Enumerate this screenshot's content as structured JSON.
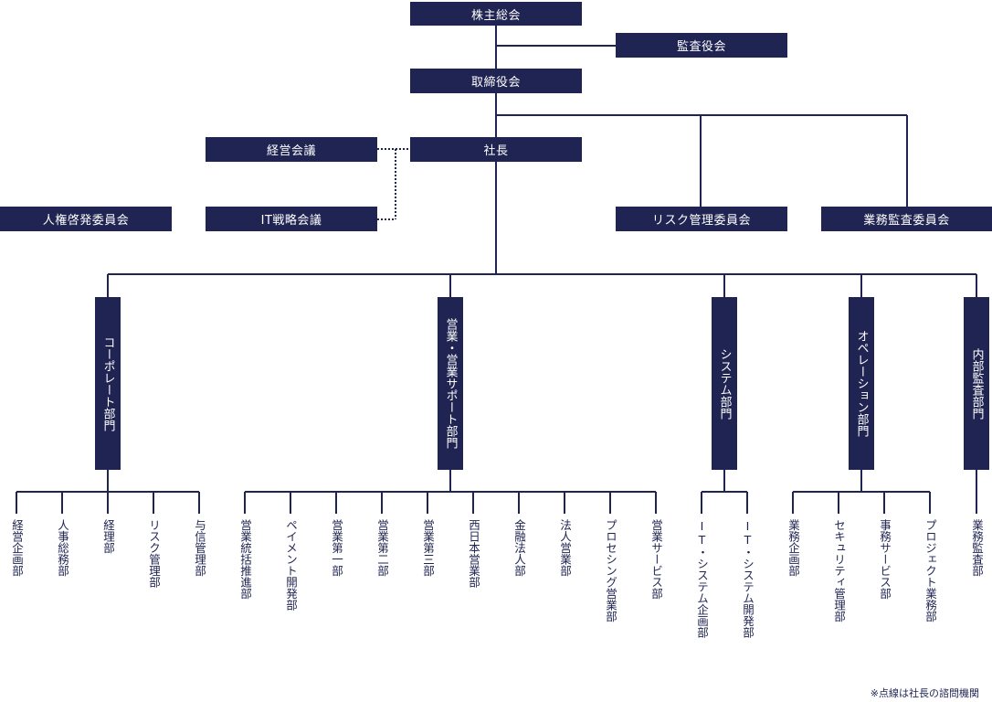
{
  "colors": {
    "box": "#1f2452",
    "line": "#1f2452",
    "text": "#1f2452"
  },
  "top": {
    "shareholders": "株主総会",
    "auditors": "監査役会",
    "board": "取締役会",
    "president": "社長"
  },
  "councils": {
    "management": "経営会議",
    "it_strategy": "IT戦略会議",
    "human_rights": "人権啓発委員会"
  },
  "committees": {
    "risk": "リスク管理委員会",
    "audit": "業務監査委員会"
  },
  "divisions": [
    {
      "label": "コーポレート部門",
      "departments": [
        "経営企画部",
        "人事総務部",
        "経理部",
        "リスク管理部",
        "与信管理部"
      ]
    },
    {
      "label": "営業・営業サポート部門",
      "departments": [
        "営業統括推進部",
        "ペイメント開発部",
        "営業第一部",
        "営業第二部",
        "営業第三部",
        "西日本営業部",
        "金融法人部",
        "法人営業部",
        "プロセシング営業部",
        "営業サービス部"
      ]
    },
    {
      "label": "システム部門",
      "departments": [
        "IT・システム企画部",
        "IT・システム開発部"
      ]
    },
    {
      "label": "オペレーション部門",
      "departments": [
        "業務企画部",
        "セキュリティ管理部",
        "事務サービス部",
        "プロジェクト業務部"
      ]
    },
    {
      "label": "内部監査部門",
      "departments": [
        "業務監査部"
      ]
    }
  ],
  "footnote": "※点線は社長の諮問機関"
}
